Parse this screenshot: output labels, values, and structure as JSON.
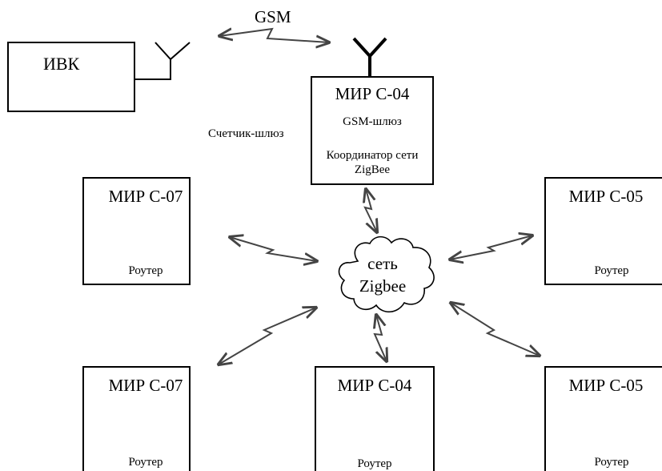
{
  "link_label": "GSM",
  "ivk": {
    "label": "ИВК"
  },
  "gateway": {
    "title": "МИР С-04",
    "subtitle": "GSM-шлюз",
    "role_line1": "Координатор сети",
    "role_line2": "ZigBee",
    "side_label": "Счетчик-шлюз"
  },
  "network": {
    "line1": "сеть",
    "line2": "Zigbee"
  },
  "nodes": {
    "top_left": {
      "title": "МИР С-07",
      "role": "Роутер"
    },
    "top_right": {
      "title": "МИР С-05",
      "role": "Роутер"
    },
    "bottom_left": {
      "title": "МИР С-07",
      "role": "Роутер"
    },
    "bottom_mid": {
      "title": "МИР С-04",
      "role": "Роутер"
    },
    "bottom_right": {
      "title": "МИР С-05",
      "role": "Роутер"
    }
  },
  "colors": {
    "line": "#000000",
    "arrow": "#444444",
    "fill": "#ffffff"
  }
}
